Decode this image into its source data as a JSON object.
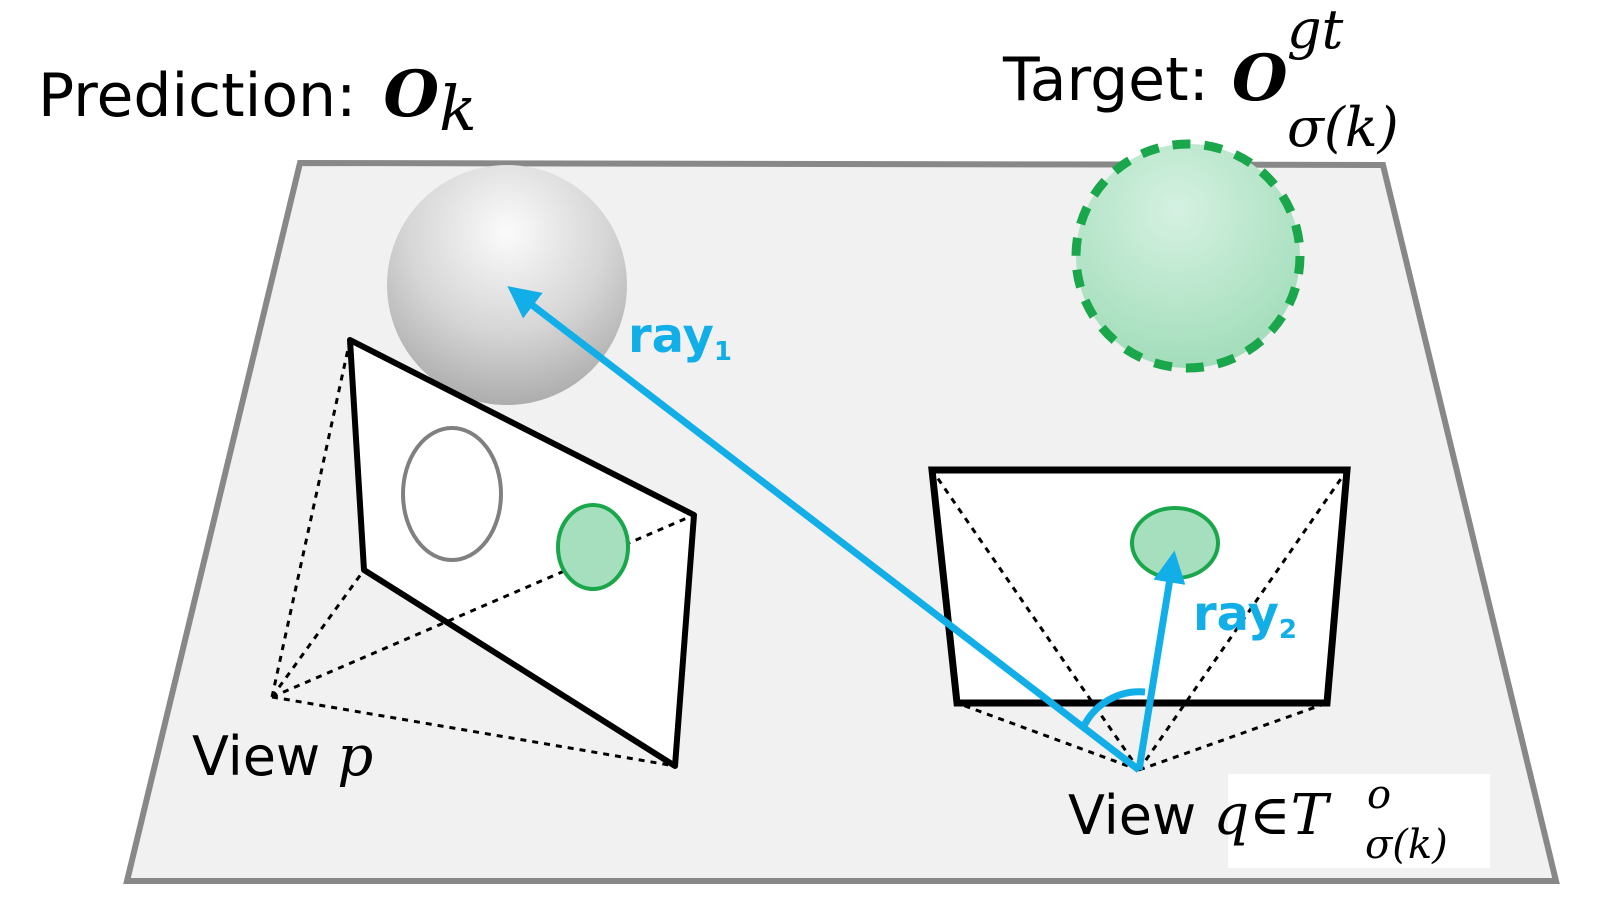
{
  "labels": {
    "prediction_prefix": "Prediction: ",
    "prediction_symbol": "O",
    "prediction_sub": "k",
    "target_prefix": "Target: ",
    "target_symbol": "O",
    "target_sup": "gt",
    "target_sub": "σ(k)",
    "view_p_prefix": "View ",
    "view_p_var": "p",
    "view_q_prefix": "View ",
    "view_q_var": "q∈T",
    "view_q_sup": "o",
    "view_q_sub": "σ(k)",
    "ray1": "ray",
    "ray1_sub": "1",
    "ray2": "ray",
    "ray2_sub": "2"
  },
  "colors": {
    "ray": "#11aee8",
    "target_green": "#1aa64a",
    "prediction_gray": "#8a8a8a",
    "ground": "#f1f1f1",
    "ground_border": "#888888"
  }
}
